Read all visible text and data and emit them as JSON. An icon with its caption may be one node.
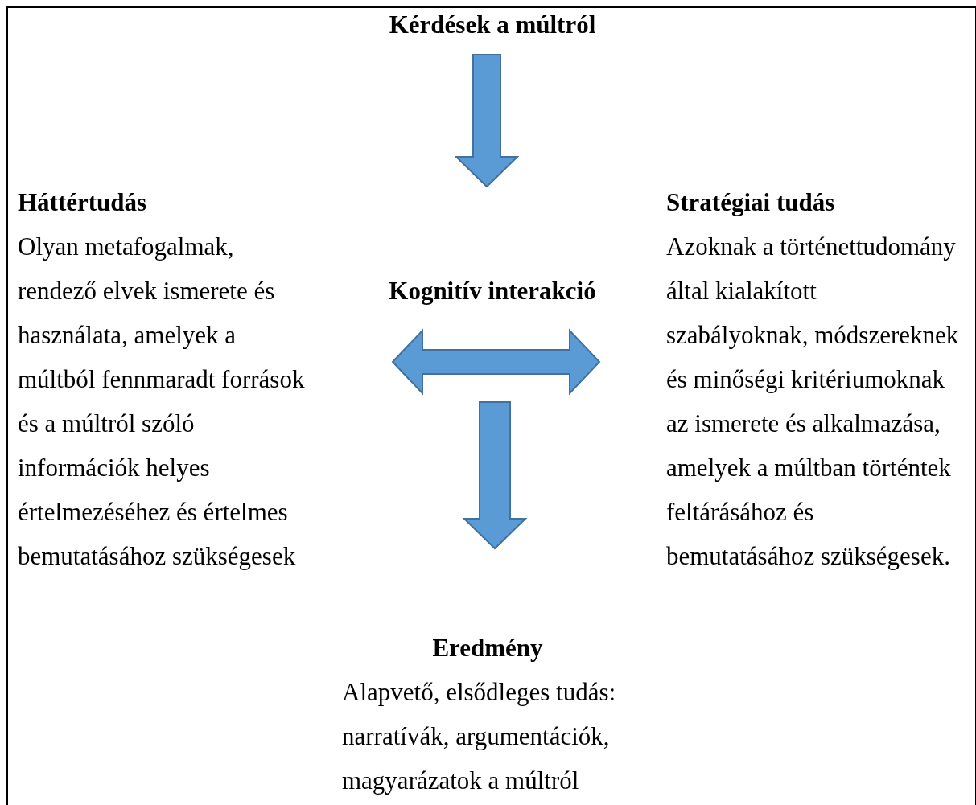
{
  "diagram": {
    "nodes": [
      {
        "text": [
          "Kérdések a múltról"
        ]
      },
      {
        "text": [
          "Kognitív interakció"
        ]
      },
      {
        "text": [
          "Háttértudás",
          "Olyan metafogalmak, rendező elvek ismerete és használata, amelyek a múltból fennmaradt források és a múltról szóló információk helyes értelmezéséhez és értelmes bemutatásához szükségesek"
        ]
      },
      {
        "text": [
          "Stratégiai tudás",
          "Azoknak a történettudomány által kialakított szabályoknak, módszereknek és minőségi kritériumoknak az ismerete és alkalmazása, amelyek a múltban történtek feltárásához és bemutatásához szükségesek."
        ]
      },
      {
        "text": [
          "Eredmény",
          "Alapvető, elsődleges tudás: narratívák, argumentációk, magyarázatok a múltról"
        ]
      }
    ],
    "edges": [
      {
        "from": 0,
        "to": 1,
        "arrow": "to"
      },
      {
        "from": 2,
        "to": 3,
        "arrow": "both"
      },
      {
        "from": 1,
        "to": 4,
        "arrow": "to"
      }
    ]
  }
}
